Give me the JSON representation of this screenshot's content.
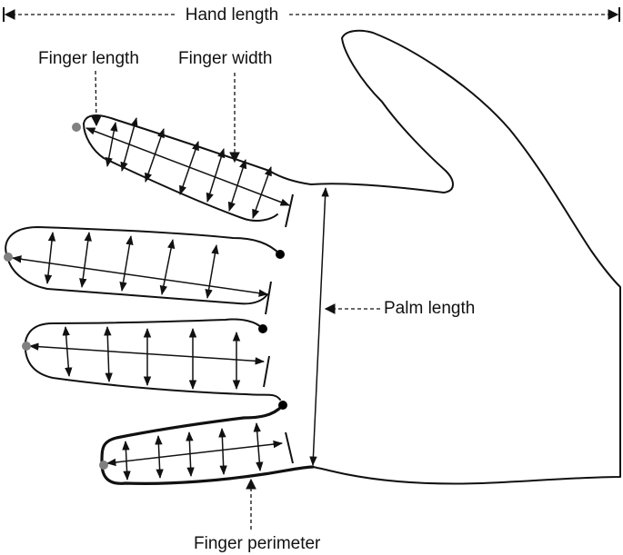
{
  "labels": {
    "hand_length": "Hand length",
    "finger_length": "Finger length",
    "finger_width": "Finger width",
    "palm_length": "Palm length",
    "finger_perimeter": "Finger perimeter"
  },
  "colors": {
    "ink": "#111111",
    "tip_marker": "#808080",
    "base_marker": "#000000"
  }
}
